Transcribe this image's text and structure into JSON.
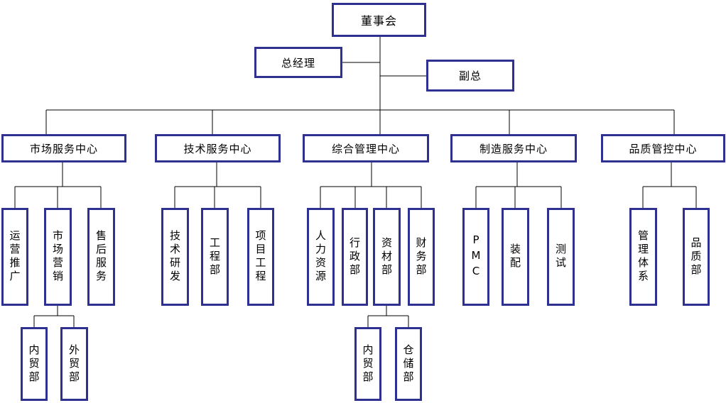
{
  "diagram": {
    "type": "org-chart",
    "nodes": {
      "board": "董事会",
      "general_manager": "总经理",
      "deputy_general_manager": "副总"
    },
    "centers": [
      {
        "label": "市场服务中心",
        "departments": [
          {
            "label": "运营推广"
          },
          {
            "label": "市场营销",
            "children": [
              {
                "label": "内贸部"
              },
              {
                "label": "外贸部"
              }
            ]
          },
          {
            "label": "售后服务"
          }
        ]
      },
      {
        "label": "技术服务中心",
        "departments": [
          {
            "label": "技术研发"
          },
          {
            "label": "工程部"
          },
          {
            "label": "项目工程"
          }
        ]
      },
      {
        "label": "综合管理中心",
        "departments": [
          {
            "label": "人力资源"
          },
          {
            "label": "行政部"
          },
          {
            "label": "资材部",
            "children": [
              {
                "label": "内贸部"
              },
              {
                "label": "仓储部"
              }
            ]
          },
          {
            "label": "财务部"
          }
        ]
      },
      {
        "label": "制造服务中心",
        "departments": [
          {
            "label": "PMC"
          },
          {
            "label": "装配"
          },
          {
            "label": "测试"
          }
        ]
      },
      {
        "label": "品质管控中心",
        "departments": [
          {
            "label": "管理体系"
          },
          {
            "label": "品质部"
          }
        ]
      }
    ],
    "colors": {
      "box_border": "#2e3192",
      "line": "#000000",
      "text": "#000000",
      "background": "#ffffff"
    }
  }
}
